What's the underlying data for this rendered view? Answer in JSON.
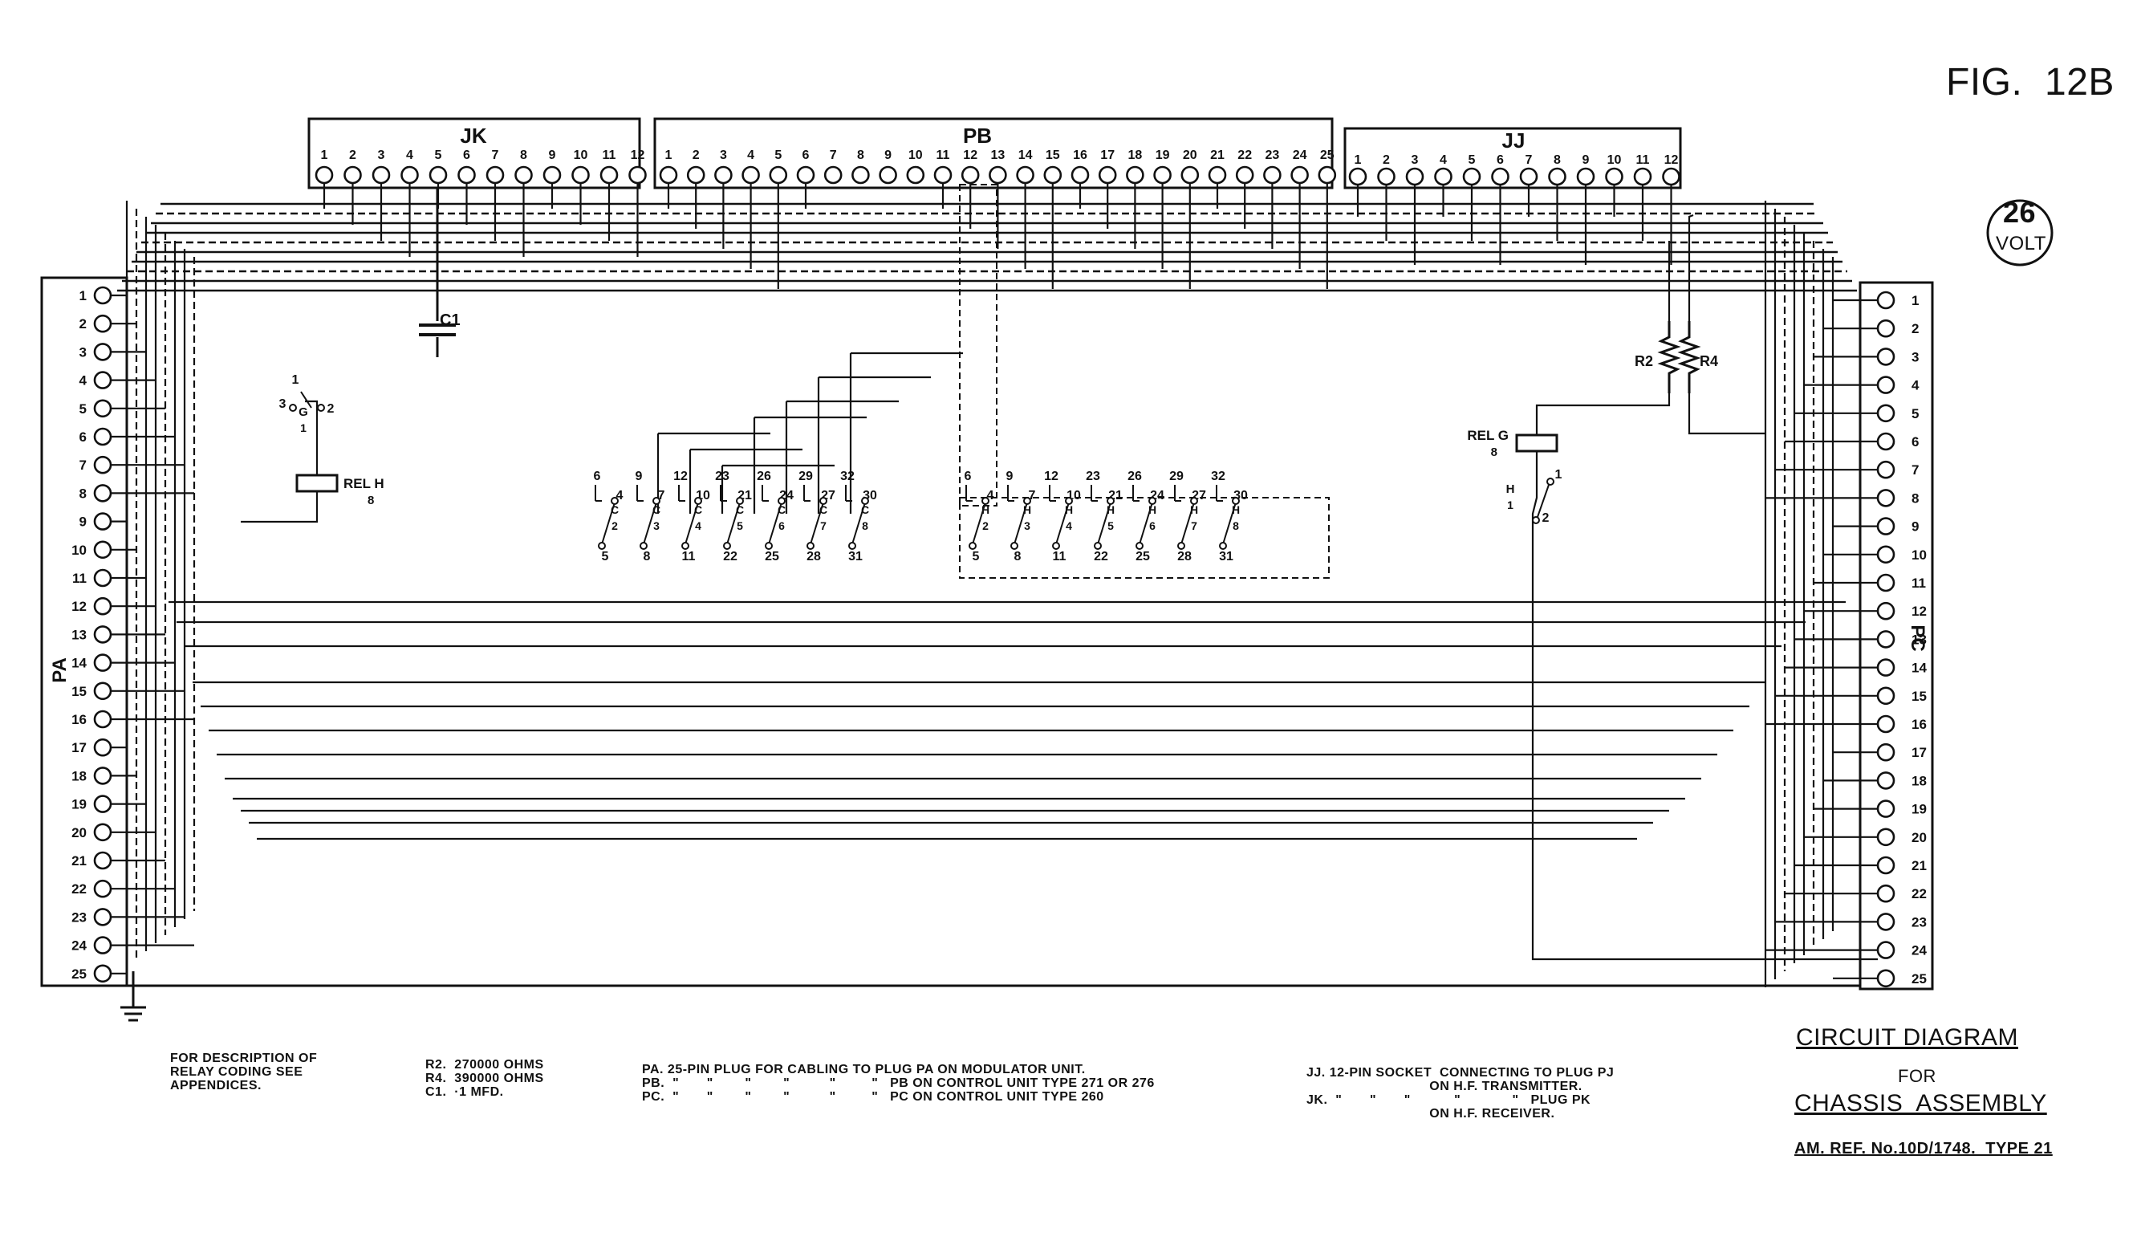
{
  "figure_label": "FIG.  12B",
  "voltage": {
    "value": "26",
    "unit": "VOLT"
  },
  "connectors": {
    "JK": {
      "name": "JK",
      "pins": [
        "1",
        "2",
        "3",
        "4",
        "5",
        "6",
        "7",
        "8",
        "9",
        "10",
        "11",
        "12"
      ]
    },
    "PB": {
      "name": "PB",
      "pins": [
        "1",
        "2",
        "3",
        "4",
        "5",
        "6",
        "7",
        "8",
        "9",
        "10",
        "11",
        "12",
        "13",
        "14",
        "15",
        "16",
        "17",
        "18",
        "19",
        "20",
        "21",
        "22",
        "23",
        "24",
        "25"
      ]
    },
    "JJ": {
      "name": "JJ",
      "pins": [
        "1",
        "2",
        "3",
        "4",
        "5",
        "6",
        "7",
        "8",
        "9",
        "10",
        "11",
        "12"
      ]
    },
    "PA": {
      "name": "PA",
      "pins": [
        "1",
        "2",
        "3",
        "4",
        "5",
        "6",
        "7",
        "8",
        "9",
        "10",
        "11",
        "12",
        "13",
        "14",
        "15",
        "16",
        "17",
        "18",
        "19",
        "20",
        "21",
        "22",
        "23",
        "24",
        "25"
      ]
    },
    "PC": {
      "name": "PC",
      "pins": [
        "1",
        "2",
        "3",
        "4",
        "5",
        "6",
        "7",
        "8",
        "9",
        "10",
        "11",
        "12",
        "13",
        "14",
        "15",
        "16",
        "17",
        "18",
        "19",
        "20",
        "21",
        "22",
        "23",
        "24",
        "25"
      ]
    }
  },
  "components": {
    "c1": "C1",
    "r2": "R2",
    "r4": "R4",
    "rel_h": "REL H/8",
    "rel_g": "REL G/8",
    "rel_h_contact": [
      "3",
      "G/1",
      "2",
      "1"
    ],
    "rel_g_contact": [
      "H/1",
      "1",
      "2"
    ]
  },
  "switch_groups": {
    "g_bank": [
      {
        "top": "6",
        "mid": "4",
        "code": "C/2",
        "bot": "5"
      },
      {
        "top": "9",
        "mid": "7",
        "code": "C/3",
        "bot": "8"
      },
      {
        "top": "12",
        "mid": "10",
        "code": "C/4",
        "bot": "11"
      },
      {
        "top": "23",
        "mid": "21",
        "code": "C/5",
        "bot": "22"
      },
      {
        "top": "26",
        "mid": "24",
        "code": "C/6",
        "bot": "25"
      },
      {
        "top": "29",
        "mid": "27",
        "code": "C/7",
        "bot": "28"
      },
      {
        "top": "32",
        "mid": "30",
        "code": "C/8",
        "bot": "31"
      }
    ],
    "h_bank": [
      {
        "top": "6",
        "mid": "4",
        "code": "H/2",
        "bot": "5"
      },
      {
        "top": "9",
        "mid": "7",
        "code": "H/3",
        "bot": "8"
      },
      {
        "top": "12",
        "mid": "10",
        "code": "H/4",
        "bot": "11"
      },
      {
        "top": "23",
        "mid": "21",
        "code": "H/5",
        "bot": "22"
      },
      {
        "top": "26",
        "mid": "24",
        "code": "H/6",
        "bot": "25"
      },
      {
        "top": "29",
        "mid": "27",
        "code": "H/7",
        "bot": "28"
      },
      {
        "top": "32",
        "mid": "30",
        "code": "H/8",
        "bot": "31"
      }
    ]
  },
  "notes": {
    "relay": "FOR DESCRIPTION OF\nRELAY CODING SEE\nAPPENDICES.",
    "values": "R2.  270000 OHMS\nR4.  390000 OHMS\nC1.  ·1 MFD.",
    "plugs": "PA. 25-PIN PLUG FOR CABLING TO PLUG PA ON MODULATOR UNIT.\nPB.  \"       \"        \"        \"          \"         \"   PB ON CONTROL UNIT TYPE 271 OR 276\nPC.  \"       \"        \"        \"          \"         \"   PC ON CONTROL UNIT TYPE 260",
    "sockets": "JJ. 12-PIN SOCKET  CONNECTING TO PLUG PJ\n                               ON H.F. TRANSMITTER.\nJK.  \"       \"       \"           \"             \"   PLUG PK\n                               ON H.F. RECEIVER."
  },
  "title_block": {
    "line1": "CIRCUIT DIAGRAM",
    "line2": "FOR",
    "line3": "CHASSIS  ASSEMBLY",
    "ref": "AM. REF. No.10D/1748.  TYPE 21"
  }
}
